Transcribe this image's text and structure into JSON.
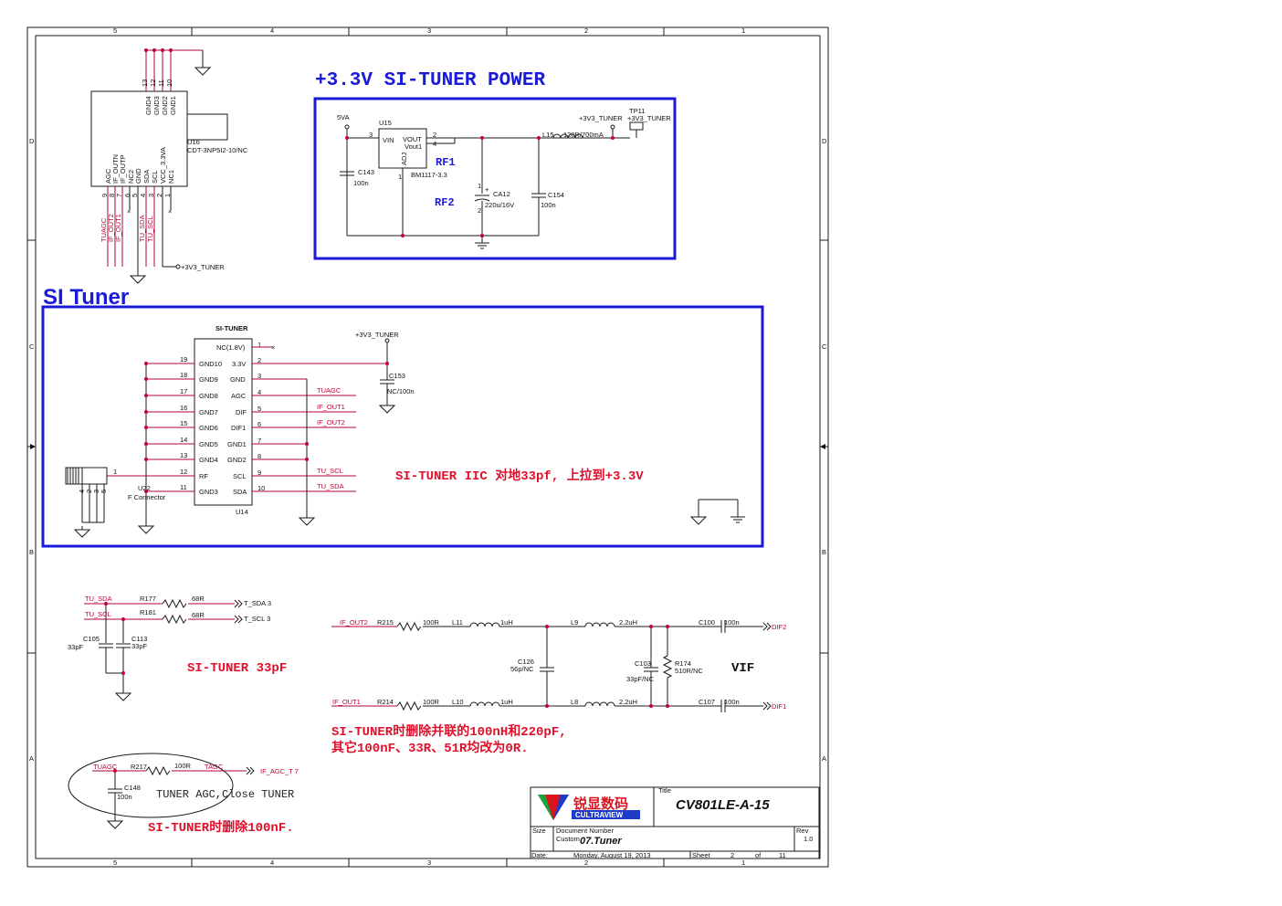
{
  "titles": {
    "power": "+3.3V SI-TUNER POWER",
    "si_tuner": "SI Tuner",
    "rf1": "RF1",
    "rf2": "RF2",
    "vif": "VIF"
  },
  "notes": {
    "iic": "SI-TUNER  IIC 对地33pf, 上拉到+3.3V",
    "cap33": "SI-TUNER  33pF",
    "remove_parallel_1": "SI-TUNER时删除并联的100nH和220pF,",
    "remove_parallel_2": "其它100nF、33R、51R均改为0R.",
    "agc_close": "TUNER AGC,Close TUNER",
    "remove_100nf": "SI-TUNER时删除100nF."
  },
  "frame": {
    "cols": [
      "5",
      "4",
      "3",
      "2",
      "1"
    ],
    "rows": [
      "D",
      "C",
      "B",
      "A"
    ]
  },
  "u16": {
    "ref": "U16",
    "part": "CDT-3NP5I2-10/NC",
    "top_pins": [
      "GND4",
      "GND3",
      "GND2",
      "GND1"
    ],
    "top_nums": [
      "13",
      "12",
      "11",
      "10"
    ],
    "bottom_pins": [
      "AGC",
      "IF_OUTN",
      "IF_OUTP",
      "NC2",
      "GND",
      "SDA",
      "SCL",
      "VCC_3.3VA",
      "NC1"
    ],
    "bottom_nums": [
      "9",
      "8",
      "7",
      "6",
      "5",
      "4",
      "3",
      "2",
      "1"
    ],
    "nets": [
      "TUAGC",
      "IF_OUT2",
      "IF_OUT1",
      "TU_SDA",
      "TU_SCL"
    ],
    "vcc_net": "+3V3_TUNER"
  },
  "power": {
    "vin_net": "5VA",
    "u15_ref": "U15",
    "u15_part": "BM1117-3.3",
    "u15_pins": {
      "vin": "VIN",
      "vout": "VOUT",
      "vout1": "Vout1",
      "adj": "ADJ"
    },
    "u15_nums": {
      "p3": "3",
      "p2": "2",
      "p4": "4",
      "p1": "1"
    },
    "c143": "C143",
    "c143_val": "100n",
    "ca12": "CA12",
    "ca12_val": "220u/16V",
    "ca12_plus": "+",
    "ca12_p1": "1",
    "ca12_p2": "2",
    "c154": "C154",
    "c154_val": "100n",
    "l15": "L15",
    "l15_val": "120R/700mA",
    "out_net": "+3V3_TUNER",
    "tp11": "TP11",
    "tp11_net": "+3V3_TUNER"
  },
  "u14": {
    "title": "SI-TUNER",
    "ref": "U14",
    "left_pins": [
      "GND10",
      "GND9",
      "GND8",
      "GND7",
      "GND6",
      "GND5",
      "GND4",
      "RF",
      "GND3"
    ],
    "left_nums": [
      "19",
      "18",
      "17",
      "16",
      "15",
      "14",
      "13",
      "12",
      "11"
    ],
    "right_pins": [
      "NC(1.8V)",
      "3.3V",
      "GND",
      "AGC",
      "DIF",
      "DIF1",
      "GND1",
      "GND2",
      "SCL",
      "SDA"
    ],
    "right_nums": [
      "1",
      "2",
      "3",
      "4",
      "5",
      "6",
      "7",
      "8",
      "9",
      "10"
    ],
    "right_nets": [
      "",
      "",
      "",
      "TUAGC",
      "IF_OUT1",
      "IF_OUT2",
      "",
      "",
      "TU_SCL",
      "TU_SDA"
    ],
    "vcc_net": "+3V3_TUNER",
    "c153": "C153",
    "c153_val": "NC/100n",
    "u22": "U22",
    "u22_part": "F Connector",
    "u22_pin": "1",
    "u22_pins": [
      "4",
      "2",
      "3",
      "5"
    ]
  },
  "iic": {
    "sda_net": "TU_SDA",
    "scl_net": "TU_SCL",
    "r177": "R177",
    "r177_val": "68R",
    "r181": "R181",
    "r181_val": "68R",
    "t_sda": "T_SDA 3",
    "t_scl": "T_SCL 3",
    "c105": "C105",
    "c105_val": "33pF",
    "c113": "C113",
    "c113_val": "33pF"
  },
  "vif": {
    "if_out2": "IF_OUT2",
    "r215": "R215",
    "r215_val": "100R",
    "l11": "L11",
    "l11_val": "1uH",
    "l9": "L9",
    "l9_val": "2.2uH",
    "c100": "C100",
    "c100_val": "100n",
    "dif2": "DIF2",
    "if_out1": "IF_OUT1",
    "r214": "R214",
    "r214_val": "100R",
    "l10": "L10",
    "l10_val": "1uH",
    "l8": "L8",
    "l8_val": "2.2uH",
    "c107": "C107",
    "c107_val": "100n",
    "dif1": "DIF1",
    "c126": "C126",
    "c126_val": "56p/NC",
    "c103": "C103",
    "c103_val": "33pF/NC",
    "r174": "R174",
    "r174_val": "510R/NC"
  },
  "agc": {
    "tuagc": "TUAGC",
    "r217": "R217",
    "r217_val": "100R",
    "tagc": "TAGC",
    "if_agc": "IF_AGC_T  7",
    "c148": "C148",
    "c148_val": "100n"
  },
  "titleblock": {
    "company_cn": "锐显数码",
    "company_en": "CULTRAVIEW",
    "title_label": "Title",
    "title": "CV801LE-A-15",
    "size_label": "Size",
    "size": "Custom",
    "docnum_label": "Document Number",
    "docnum": "07.Tuner",
    "rev_label": "Rev",
    "rev": "1.0",
    "date_label": "Date:",
    "date": "Monday, August 19, 2013",
    "sheet_label": "Sheet",
    "sheet": "2",
    "of_label": "of",
    "total": "11"
  },
  "colors": {
    "wire": "#1a1a1a",
    "net_red": "#c4002f",
    "box_blue": "#1919d9",
    "note_red": "#e0102c"
  }
}
